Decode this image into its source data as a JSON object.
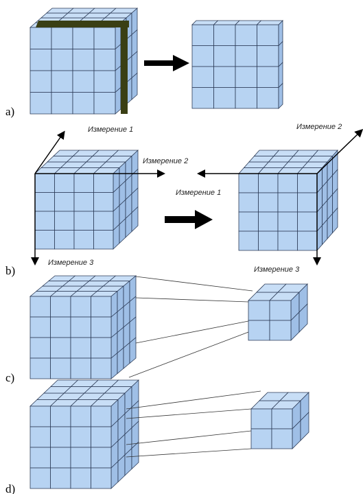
{
  "panels": {
    "a": {
      "label": "a)"
    },
    "b": {
      "label": "b)",
      "dim1": "Измерение 1",
      "dim2": "Измерение 2",
      "dim3": "Измерение 3",
      "dim1_right": "Измерение 1",
      "dim2_right": "Измерение 2",
      "dim3_right": "Измерение 3"
    },
    "c": {
      "label": "c)"
    },
    "d": {
      "label": "d)"
    }
  },
  "colors": {
    "cell_front": "#b7d3f2",
    "cell_top": "#c8def6",
    "cell_side": "#9fbfe6",
    "grid_line": "#2b3a55",
    "slice": "#3a3f14",
    "arrow": "#000000"
  }
}
